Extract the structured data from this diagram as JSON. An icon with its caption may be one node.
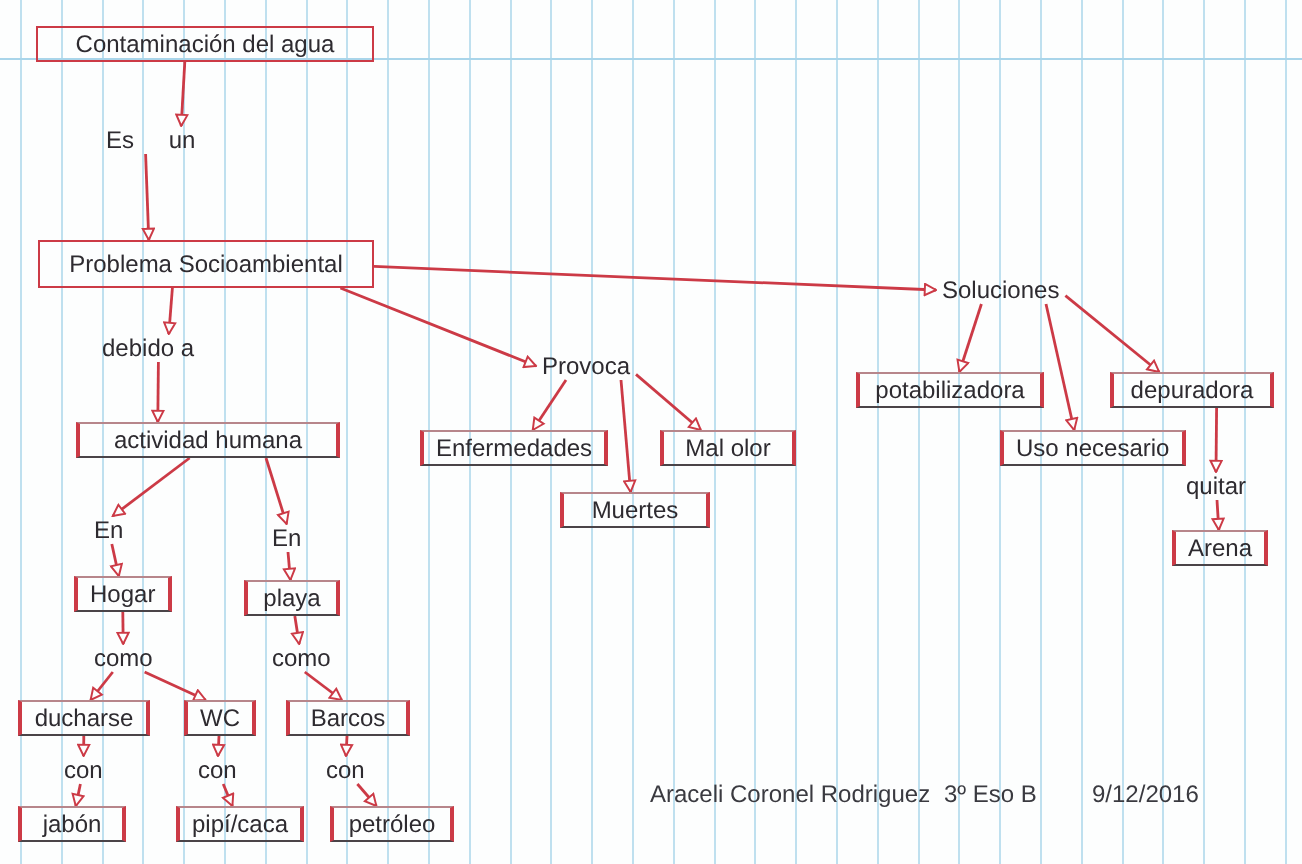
{
  "diagram": {
    "nodes": [
      {
        "text": [
          "Contaminación del agua"
        ]
      },
      {
        "text": [
          "Es un"
        ]
      },
      {
        "text": [
          "Problema Socioambiental"
        ]
      },
      {
        "text": [
          "debido a"
        ]
      },
      {
        "text": [
          "actividad humana"
        ]
      },
      {
        "text": [
          "En"
        ]
      },
      {
        "text": [
          "En"
        ]
      },
      {
        "text": [
          "Hogar"
        ]
      },
      {
        "text": [
          "playa"
        ]
      },
      {
        "text": [
          "como"
        ]
      },
      {
        "text": [
          "como"
        ]
      },
      {
        "text": [
          "ducharse"
        ]
      },
      {
        "text": [
          "WC"
        ]
      },
      {
        "text": [
          "Barcos"
        ]
      },
      {
        "text": [
          "con"
        ]
      },
      {
        "text": [
          "con"
        ]
      },
      {
        "text": [
          "con"
        ]
      },
      {
        "text": [
          "jabón"
        ]
      },
      {
        "text": [
          "pipí/caca"
        ]
      },
      {
        "text": [
          "petróleo"
        ]
      },
      {
        "text": [
          "Provoca"
        ]
      },
      {
        "text": [
          "Enfermedades"
        ]
      },
      {
        "text": [
          "Muertes"
        ]
      },
      {
        "text": [
          "Mal olor"
        ]
      },
      {
        "text": [
          "Soluciones"
        ]
      },
      {
        "text": [
          "potabilizadora"
        ]
      },
      {
        "text": [
          "Uso necesario"
        ]
      },
      {
        "text": [
          "depuradora"
        ]
      },
      {
        "text": [
          "quitar"
        ]
      },
      {
        "text": [
          "Arena"
        ]
      }
    ],
    "edges": [
      {
        "from": 0,
        "to": 1,
        "arrow": "to"
      },
      {
        "from": 1,
        "to": 2,
        "arrow": "to"
      },
      {
        "from": 2,
        "to": 3,
        "arrow": "to"
      },
      {
        "from": 3,
        "to": 4,
        "arrow": "to"
      },
      {
        "from": 2,
        "to": 20,
        "arrow": "to"
      },
      {
        "from": 2,
        "to": 24,
        "arrow": "to"
      },
      {
        "from": 4,
        "to": 5,
        "arrow": "to"
      },
      {
        "from": 4,
        "to": 6,
        "arrow": "to"
      },
      {
        "from": 5,
        "to": 7,
        "arrow": "to"
      },
      {
        "from": 6,
        "to": 8,
        "arrow": "to"
      },
      {
        "from": 7,
        "to": 9,
        "arrow": "to"
      },
      {
        "from": 8,
        "to": 10,
        "arrow": "to"
      },
      {
        "from": 9,
        "to": 11,
        "arrow": "to"
      },
      {
        "from": 9,
        "to": 12,
        "arrow": "to"
      },
      {
        "from": 10,
        "to": 13,
        "arrow": "to"
      },
      {
        "from": 11,
        "to": 14,
        "arrow": "to"
      },
      {
        "from": 12,
        "to": 15,
        "arrow": "to"
      },
      {
        "from": 13,
        "to": 16,
        "arrow": "to"
      },
      {
        "from": 14,
        "to": 17,
        "arrow": "to"
      },
      {
        "from": 15,
        "to": 18,
        "arrow": "to"
      },
      {
        "from": 16,
        "to": 19,
        "arrow": "to"
      },
      {
        "from": 20,
        "to": 21,
        "arrow": "to"
      },
      {
        "from": 20,
        "to": 22,
        "arrow": "to"
      },
      {
        "from": 20,
        "to": 23,
        "arrow": "to"
      },
      {
        "from": 24,
        "to": 25,
        "arrow": "to"
      },
      {
        "from": 24,
        "to": 26,
        "arrow": "to"
      },
      {
        "from": 24,
        "to": 27,
        "arrow": "to"
      },
      {
        "from": 27,
        "to": 28,
        "arrow": "to"
      },
      {
        "from": 28,
        "to": 29,
        "arrow": "to"
      }
    ],
    "labels": [
      "Araceli Coronel Rodriguez",
      "3º Eso B",
      "9/12/2016"
    ]
  }
}
